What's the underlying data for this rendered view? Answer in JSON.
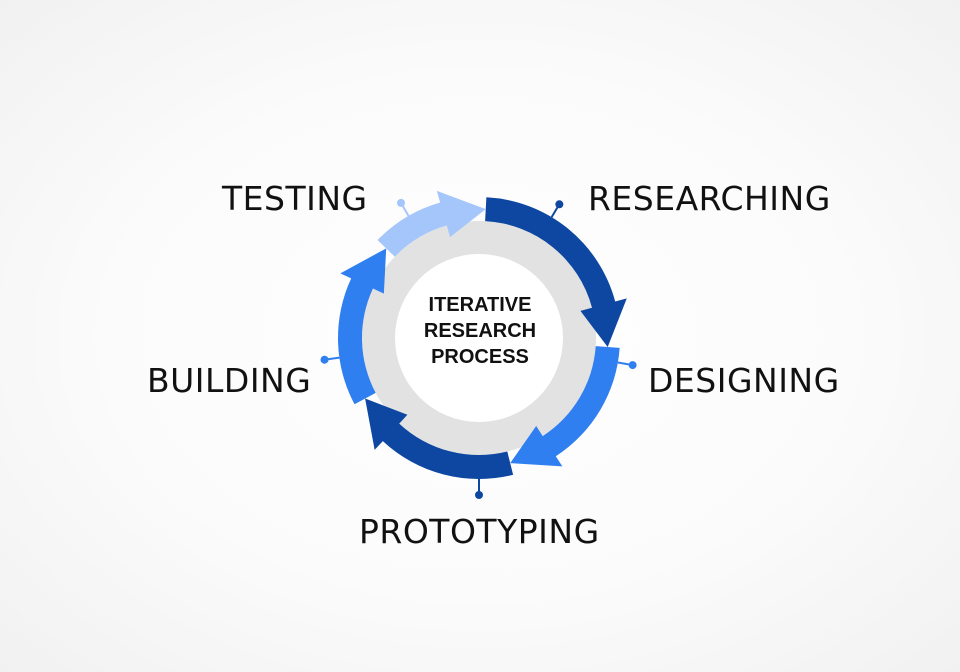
{
  "center": {
    "lines": [
      "ITERATIVE",
      "RESEARCH",
      "PROCESS"
    ]
  },
  "stages": [
    {
      "key": "researching",
      "label": "RESEARCHING",
      "color": "#0d47a1"
    },
    {
      "key": "designing",
      "label": "DESIGNING",
      "color": "#2f7ff0"
    },
    {
      "key": "prototyping",
      "label": "PROTOTYPING",
      "color": "#0d47a1"
    },
    {
      "key": "building",
      "label": "BUILDING",
      "color": "#2f7ff0"
    },
    {
      "key": "testing",
      "label": "TESTING",
      "color": "#a5c6fb"
    }
  ],
  "colors": {
    "inner_disc": "#e2e2e2",
    "center_disc": "#ffffff",
    "text": "#111111"
  }
}
